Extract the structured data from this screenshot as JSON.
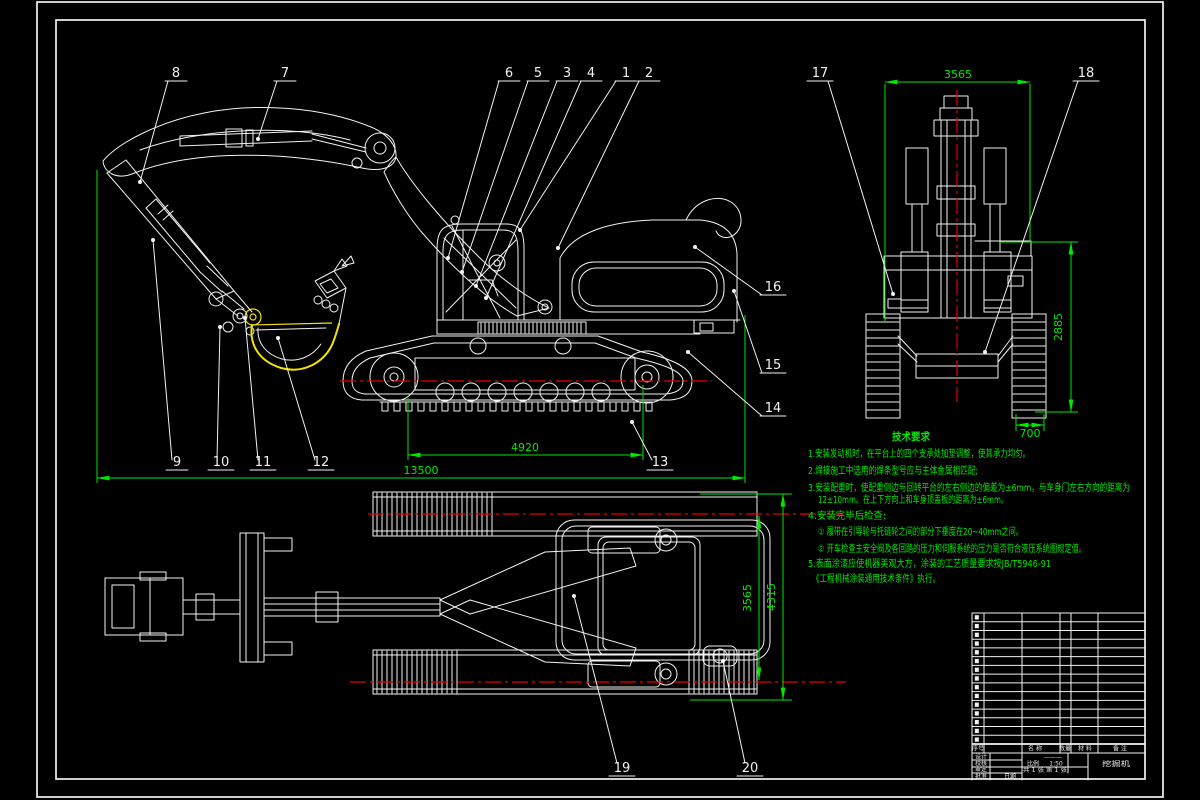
{
  "colors": {
    "background": "#000000",
    "line_white": "#f2f2f2",
    "dimension_green": "#00e800",
    "centerline_red": "#e60000",
    "highlight_yellow": "#f5e400"
  },
  "callouts": [
    "1",
    "2",
    "3",
    "4",
    "5",
    "6",
    "7",
    "8",
    "9",
    "10",
    "11",
    "12",
    "13",
    "14",
    "15",
    "16",
    "17",
    "18",
    "19",
    "20"
  ],
  "dimensions": {
    "overall_length": "13500",
    "track_on_ground": "4920",
    "front_overall_width": "3565",
    "front_height": "2885",
    "track_shoe_width": "700",
    "top_track_gauge": "3565",
    "top_overall_width": "4315"
  },
  "tech_requirements": {
    "title": "技术要求",
    "lines": [
      "1.安装发动机时，在平台上的四个支承处加垫调整，使其承力均匀。",
      "2.焊接施工中选用的焊条型号应与主体金属相匹配;",
      "3.安装配重时，使配重侧边与回转平台的左右侧边的偏差为±6mm，与车身门左右方向的距离为",
      "12±10mm。在上下方向上和车身顶盖板的距离为±6mm。",
      "4.安装完毕后检查:",
      "① 履带在引导轮与托链轮之间的部分下垂度在20~40mm之间。",
      "② 开车检查主安全阀及各回路的压力和伺服系统的压力是否符合液压系统图规定值。",
      "5.表面涂漆应使机器美观大方，涂装的工艺质量要求按JB/T5946-91",
      "《工程机械涂装通用技术条件》执行。"
    ]
  },
  "title_block": {
    "bom_rows": 15,
    "bom_header": {
      "seq": "序号",
      "name": "名  称",
      "qty": "数量",
      "material": "材 料",
      "remark": "备 注"
    },
    "fields": {
      "design": "设计",
      "check": "校核",
      "review": "审定",
      "approve": "批准",
      "date": "日期",
      "scale_label": "比例",
      "scale_value": "1:50",
      "sheet": "共 1 张  第 1 张",
      "blank_dash": "———",
      "title": "挖掘机"
    }
  }
}
